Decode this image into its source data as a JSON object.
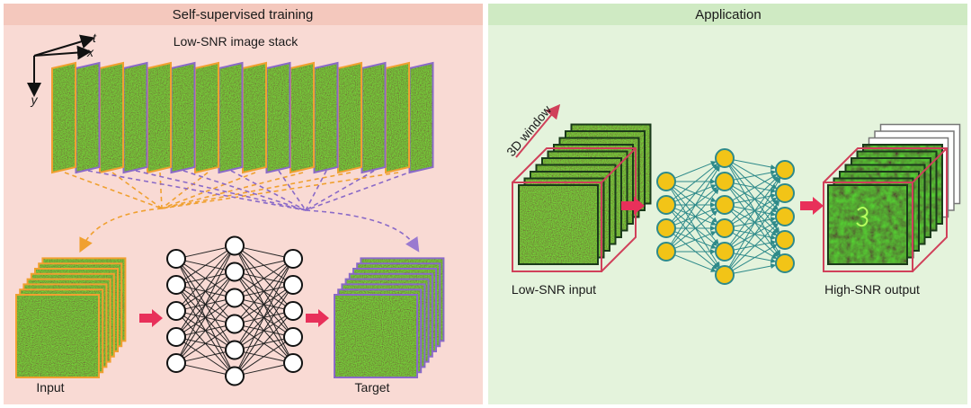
{
  "left_panel": {
    "title": "Self-supervised training",
    "stack_label": "Low-SNR image stack",
    "axes": {
      "t": "t",
      "x": "x",
      "y": "y"
    },
    "input_label": "Input",
    "target_label": "Target",
    "frame_colors": [
      "#f0a030",
      "#8a6ac8"
    ],
    "background": "#f9dad4",
    "header_bg": "#f4c8bd"
  },
  "right_panel": {
    "title": "Application",
    "window_label": "3D window",
    "input_label": "Low-SNR input",
    "output_label": "High-SNR output",
    "background": "#e4f3dc",
    "header_bg": "#cfeac3",
    "node_color": "#f2c417",
    "edge_color": "#2e8a8a"
  },
  "colors": {
    "arrow": "#e8305a",
    "frame_red": "#d0405a",
    "image_green": "#1f6a1c"
  },
  "networks": {
    "left_layers": [
      5,
      6,
      5
    ],
    "right_layers": [
      4,
      6,
      5
    ]
  }
}
